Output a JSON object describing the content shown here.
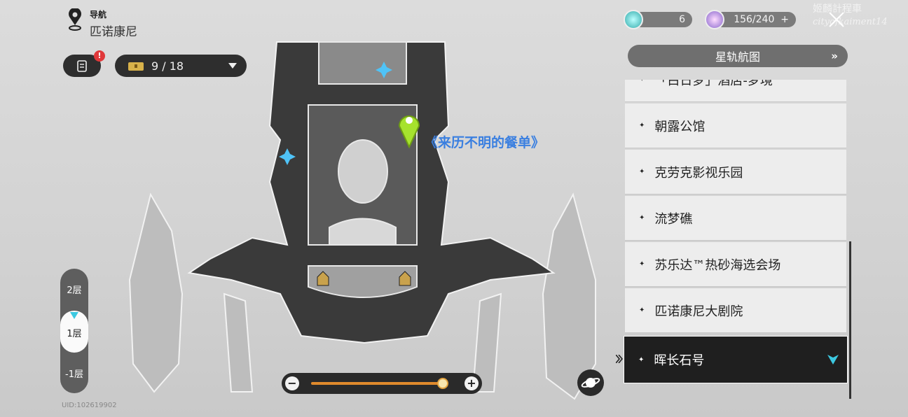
{
  "nav": {
    "label": "导航",
    "location": "匹诺康尼",
    "icon": "map-pin-icon"
  },
  "quest_badge": "!",
  "chest": {
    "count": "9 / 18"
  },
  "resources": [
    {
      "name": "fuel",
      "value": "6"
    },
    {
      "name": "trailblaze-power",
      "value": "156/240",
      "plus": "+"
    }
  ],
  "watermark": [
    "姬麟計程車",
    "cityofkaiment14"
  ],
  "star_rail_map": {
    "label": "星轨航图",
    "arrow": "»"
  },
  "locations": [
    {
      "label": "「白日梦」酒店-梦境"
    },
    {
      "label": "朝露公馆"
    },
    {
      "label": "克劳克影视乐园"
    },
    {
      "label": "流梦礁"
    },
    {
      "label": "苏乐达™热砂海选会场"
    },
    {
      "label": "匹诺康尼大剧院"
    },
    {
      "label": "晖长石号",
      "selected": true
    }
  ],
  "floors": {
    "items": [
      "2层",
      "1层",
      "-1层"
    ],
    "current": "1层"
  },
  "zoom": {
    "minus": "−",
    "plus": "+",
    "level": 0.96
  },
  "marker_label": "《来历不明的餐单》",
  "uid": "UID:102619902",
  "colors": {
    "accent": "#e08a2c",
    "marker": "#a6e22e",
    "label": "#3a7fe0"
  }
}
